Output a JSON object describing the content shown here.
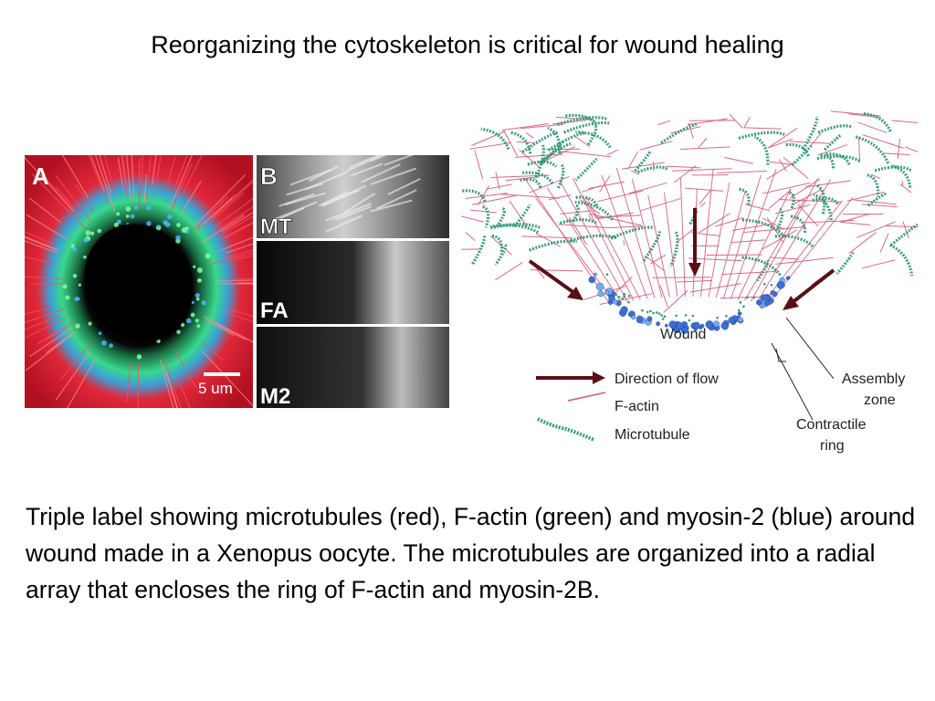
{
  "slide": {
    "title": "Reorganizing the cytoskeleton is critical for wound healing",
    "caption": "Triple label showing microtubules (red), F-actin (green) and myosin-2 (blue) around wound made in a Xenopus oocyte. The microtubules are organized into a radial array that encloses the ring of F-actin and myosin-2B."
  },
  "micrograph": {
    "panel_a_label": "A",
    "scale_bar": "5 um",
    "panel_b_label": "B",
    "strips": [
      "MT",
      "FA",
      "M2"
    ]
  },
  "diagram": {
    "wound_label": "Wound",
    "legend": [
      {
        "label": "Direction of flow",
        "color": "#5a0f14"
      },
      {
        "label": "F-actin",
        "color": "#d6587a"
      },
      {
        "label": "Microtubule",
        "color": "#2f9a72"
      }
    ],
    "assembly_zone": [
      "Assembly",
      "zone"
    ],
    "contractile_ring": [
      "Contractile",
      "ring"
    ]
  }
}
